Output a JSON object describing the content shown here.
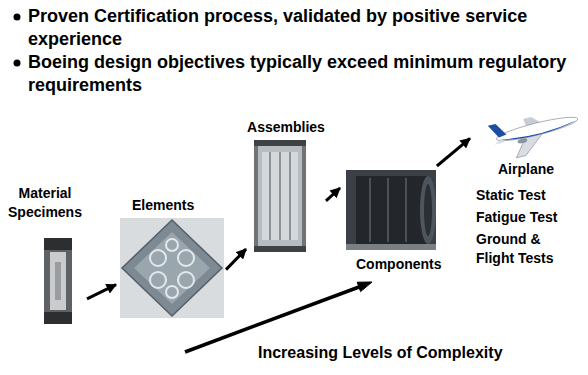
{
  "diagram": {
    "nodes": [
      {
        "text": [
          "Material Specimens"
        ]
      },
      {
        "text": [
          "Elements"
        ]
      },
      {
        "text": [
          "Assemblies"
        ]
      },
      {
        "text": [
          "Components"
        ]
      },
      {
        "text": [
          "Airplane",
          "Static Test",
          "Fatigue Test",
          "Ground & Flight Tests"
        ]
      }
    ],
    "edges": [
      {
        "from": 0,
        "to": 1,
        "arrow": "to"
      },
      {
        "from": 1,
        "to": 2,
        "arrow": "to"
      },
      {
        "from": 2,
        "to": 3,
        "arrow": "to"
      },
      {
        "from": 3,
        "to": 4,
        "arrow": "to"
      }
    ],
    "labels": [
      "Proven Certification process, validated by positive service experience",
      "Boeing design objectives typically exceed minimum regulatory requirements",
      "Increasing Levels of Complexity"
    ]
  }
}
